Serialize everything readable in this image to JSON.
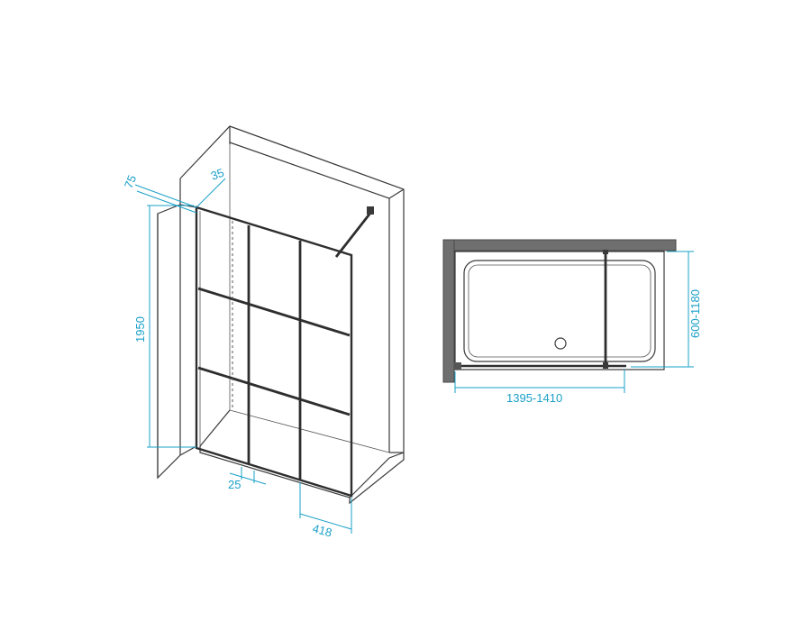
{
  "dimensions": {
    "wall_thickness": "75",
    "profile_width": "35",
    "height": "1950",
    "bottom_gap": "25",
    "panel_width": "418",
    "length_range": "1395-1410",
    "width_range": "600-1180"
  },
  "colors": {
    "dimension": "#1aa0c8",
    "line": "#3a3a3a",
    "wall_fill": "#6f6f6f"
  }
}
